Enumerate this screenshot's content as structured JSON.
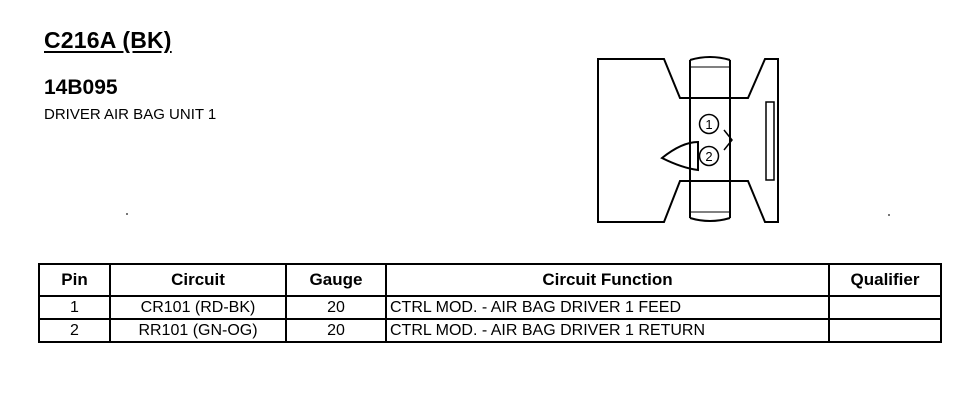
{
  "header": {
    "connector_id": "C216A (BK)",
    "part_number": "14B095",
    "component_name": "DRIVER AIR BAG UNIT 1"
  },
  "diagram": {
    "pin_labels": [
      "1",
      "2"
    ]
  },
  "table": {
    "columns": [
      "Pin",
      "Circuit",
      "Gauge",
      "Circuit Function",
      "Qualifier"
    ],
    "rows": [
      {
        "pin": "1",
        "circuit": "CR101 (RD-BK)",
        "gauge": "20",
        "function": "CTRL MOD. - AIR BAG DRIVER 1 FEED",
        "qualifier": ""
      },
      {
        "pin": "2",
        "circuit": "RR101 (GN-OG)",
        "gauge": "20",
        "function": "CTRL MOD. - AIR BAG DRIVER 1 RETURN",
        "qualifier": ""
      }
    ]
  }
}
